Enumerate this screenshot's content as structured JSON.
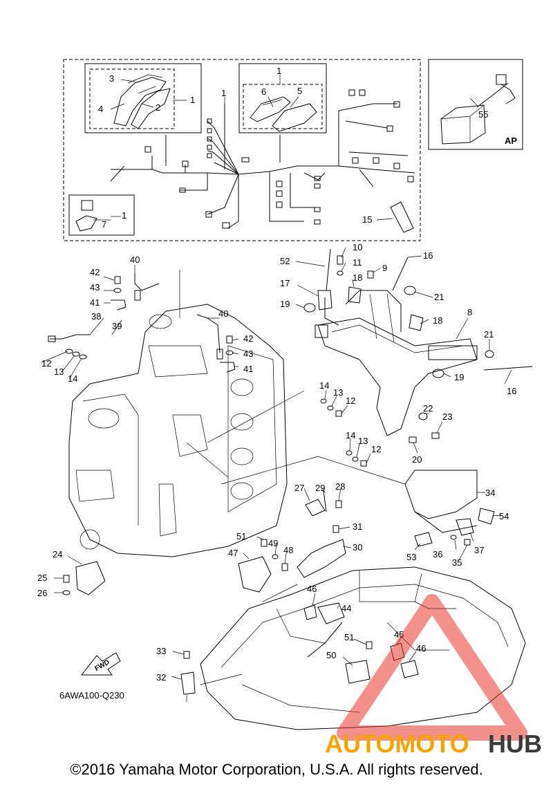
{
  "diagram": {
    "code": "6AWA100-Q230",
    "fwd_label": "FWD",
    "ap_label": "AP",
    "copyright": "©2016 Yamaha Motor Corporation, U.S.A. All rights reserved.",
    "watermark": {
      "part_a": "AUTOMOTO",
      "part_b": "HUB"
    },
    "callouts": {
      "c1a": "1",
      "c1b": "1",
      "c1c": "1",
      "c1d": "1",
      "c2": "2",
      "c3": "3",
      "c4": "4",
      "c5": "5",
      "c6": "6",
      "c7": "7",
      "c8": "8",
      "c9": "9",
      "c10": "10",
      "c11": "11",
      "c12a": "12",
      "c12b": "12",
      "c12c": "12",
      "c13a": "13",
      "c13b": "13",
      "c13c": "13",
      "c14a": "14",
      "c14b": "14",
      "c14c": "14",
      "c15": "15",
      "c16a": "16",
      "c16b": "16",
      "c17": "17",
      "c18a": "18",
      "c18b": "18",
      "c19a": "19",
      "c19b": "19",
      "c20": "20",
      "c21a": "21",
      "c21b": "21",
      "c22": "22",
      "c23": "23",
      "c24": "24",
      "c25": "25",
      "c26": "26",
      "c27": "27",
      "c28": "28",
      "c29": "29",
      "c30": "30",
      "c31": "31",
      "c32": "32",
      "c33": "33",
      "c34": "34",
      "c35": "35",
      "c36": "36",
      "c37": "37",
      "c38": "38",
      "c39": "39",
      "c40a": "40",
      "c40b": "40",
      "c41a": "41",
      "c41b": "41",
      "c42a": "42",
      "c42b": "42",
      "c43a": "43",
      "c43b": "43",
      "c44": "44",
      "c45": "45",
      "c46a": "46",
      "c46b": "46",
      "c47": "47",
      "c48": "48",
      "c49": "49",
      "c50": "50",
      "c51a": "51",
      "c51b": "51",
      "c52": "52",
      "c53": "53",
      "c54": "54",
      "c55": "55"
    },
    "colors": {
      "line": "#000000",
      "watermark_red": "#e8372c",
      "watermark_orange": "#f4a300",
      "watermark_gray": "#3a3a3a"
    }
  }
}
